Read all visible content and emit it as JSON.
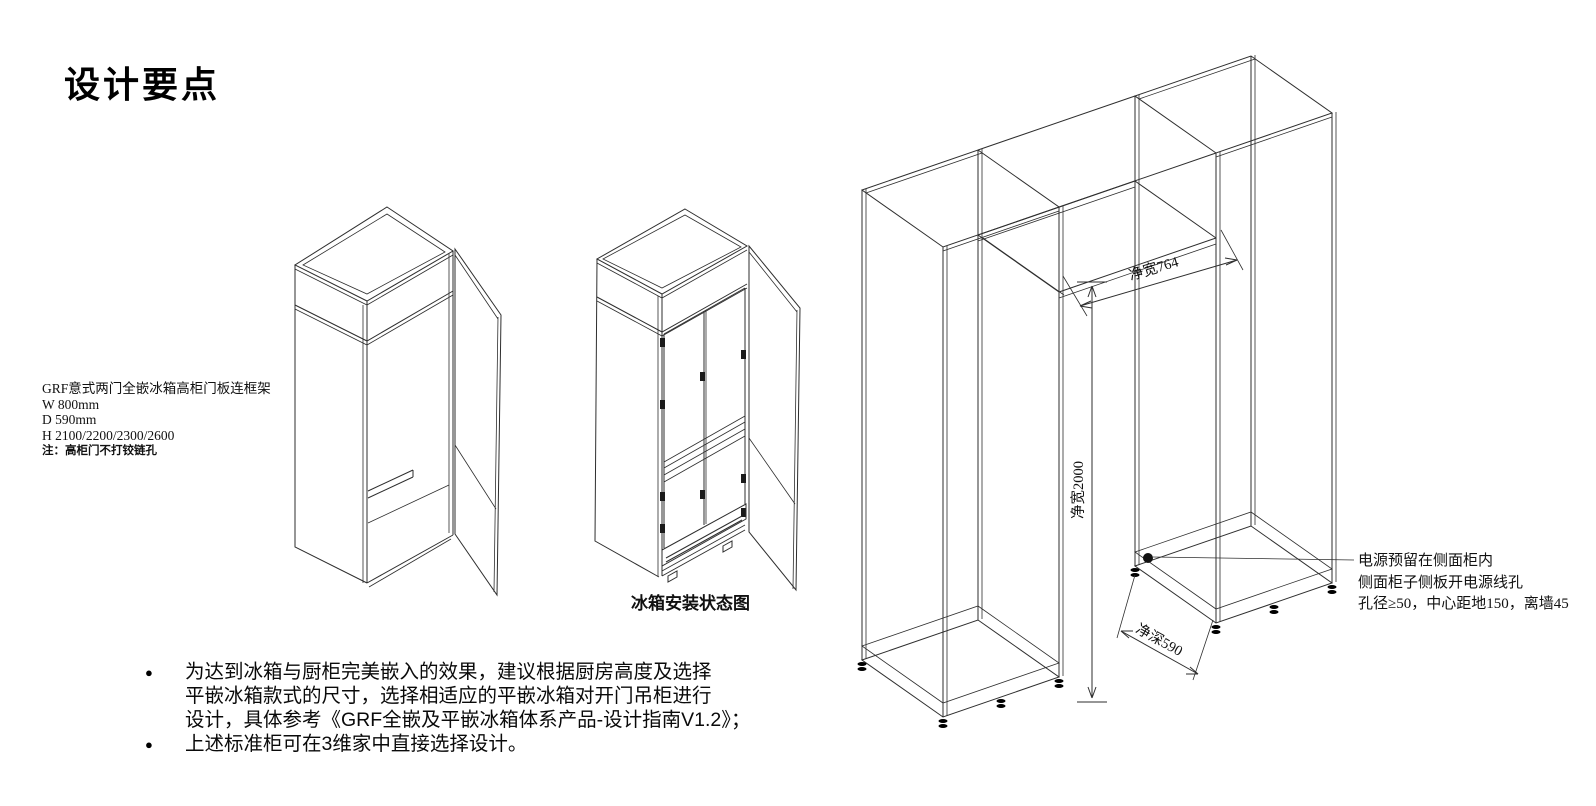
{
  "page": {
    "title": "设计要点"
  },
  "colors": {
    "background": "#ffffff",
    "line": "#2e2e2e",
    "ink": "#000000"
  },
  "spec_block": {
    "title": "GRF意式两门全嵌冰箱高柜门板连框架",
    "width": "W 800mm",
    "depth": "D 590mm",
    "height": "H 2100/2200/2300/2600",
    "note": "注：高柜门不打铰链孔"
  },
  "figures": {
    "installed_caption": "冰箱安装状态图"
  },
  "dimensions": {
    "opening_width": "净宽764",
    "opening_height": "净宽2000",
    "net_depth": "净深590"
  },
  "power_note": {
    "line1": "电源预留在侧面柜内",
    "line2": "侧面柜子侧板开电源线孔",
    "line3": "孔径≥50，中心距地150，离墙45"
  },
  "bullets": [
    {
      "marker": "●",
      "lines": [
        "为达到冰箱与厨柜完美嵌入的效果，建议根据厨房高度及选择",
        "平嵌冰箱款式的尺寸，选择相适应的平嵌冰箱对开门吊柜进行",
        "设计，具体参考《GRF全嵌及平嵌冰箱体系产品-设计指南V1.2》；"
      ]
    },
    {
      "marker": "●",
      "lines": [
        "上述标准柜可在3维家中直接选择设计。"
      ]
    }
  ]
}
